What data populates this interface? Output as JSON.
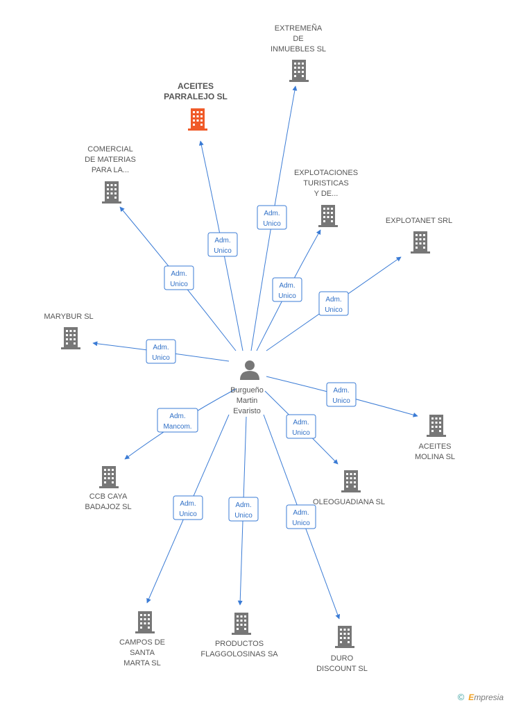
{
  "person": {
    "lines": [
      "Burgueño",
      "Martin",
      "Evaristo"
    ]
  },
  "companies": [
    {
      "id": "extremena",
      "lines": [
        "EXTREMEÑA",
        "DE",
        "INMUEBLES SL"
      ],
      "role": [
        "Adm.",
        "Unico"
      ],
      "main": false
    },
    {
      "id": "aceites-parralejo",
      "lines": [
        "ACEITES",
        "PARRALEJO SL"
      ],
      "role": [
        "Adm.",
        "Unico"
      ],
      "main": true
    },
    {
      "id": "comercial",
      "lines": [
        "COMERCIAL",
        "DE MATERIAS",
        "PARA LA..."
      ],
      "role": [
        "Adm.",
        "Unico"
      ],
      "main": false
    },
    {
      "id": "explotaciones",
      "lines": [
        "EXPLOTACIONES",
        "TURISTICAS",
        "Y DE..."
      ],
      "role": [
        "Adm.",
        "Unico"
      ],
      "main": false
    },
    {
      "id": "explotanet",
      "lines": [
        "EXPLOTANET SRL"
      ],
      "role": [
        "Adm.",
        "Unico"
      ],
      "main": false
    },
    {
      "id": "marybur",
      "lines": [
        "MARYBUR SL"
      ],
      "role": [
        "Adm.",
        "Unico"
      ],
      "main": false
    },
    {
      "id": "aceites-molina",
      "lines": [
        "ACEITES",
        "MOLINA SL"
      ],
      "role": [
        "Adm.",
        "Unico"
      ],
      "main": false
    },
    {
      "id": "ccb-caya",
      "lines": [
        "CCB CAYA",
        "BADAJOZ SL"
      ],
      "role": [
        "Adm.",
        "Mancom."
      ],
      "main": false
    },
    {
      "id": "oleoguadiana",
      "lines": [
        "OLEOGUADIANA SL"
      ],
      "role": [
        "Adm.",
        "Unico"
      ],
      "main": false
    },
    {
      "id": "campos",
      "lines": [
        "CAMPOS DE",
        "SANTA",
        "MARTA SL"
      ],
      "role": [
        "Adm.",
        "Unico"
      ],
      "main": false
    },
    {
      "id": "productos",
      "lines": [
        "PRODUCTOS",
        "FLAGGOLOSINAS SA"
      ],
      "role": [
        "Adm.",
        "Unico"
      ],
      "main": false
    },
    {
      "id": "duro",
      "lines": [
        "DURO",
        "DISCOUNT SL"
      ],
      "role": [
        "Adm.",
        "Unico"
      ],
      "main": false
    }
  ],
  "colors": {
    "main_company": "#f05a28",
    "company": "#777777",
    "edge": "#3a7bd5",
    "person": "#777777"
  },
  "footer": {
    "copyright": "©",
    "brand_first": "E",
    "brand_rest": "mpresia"
  }
}
